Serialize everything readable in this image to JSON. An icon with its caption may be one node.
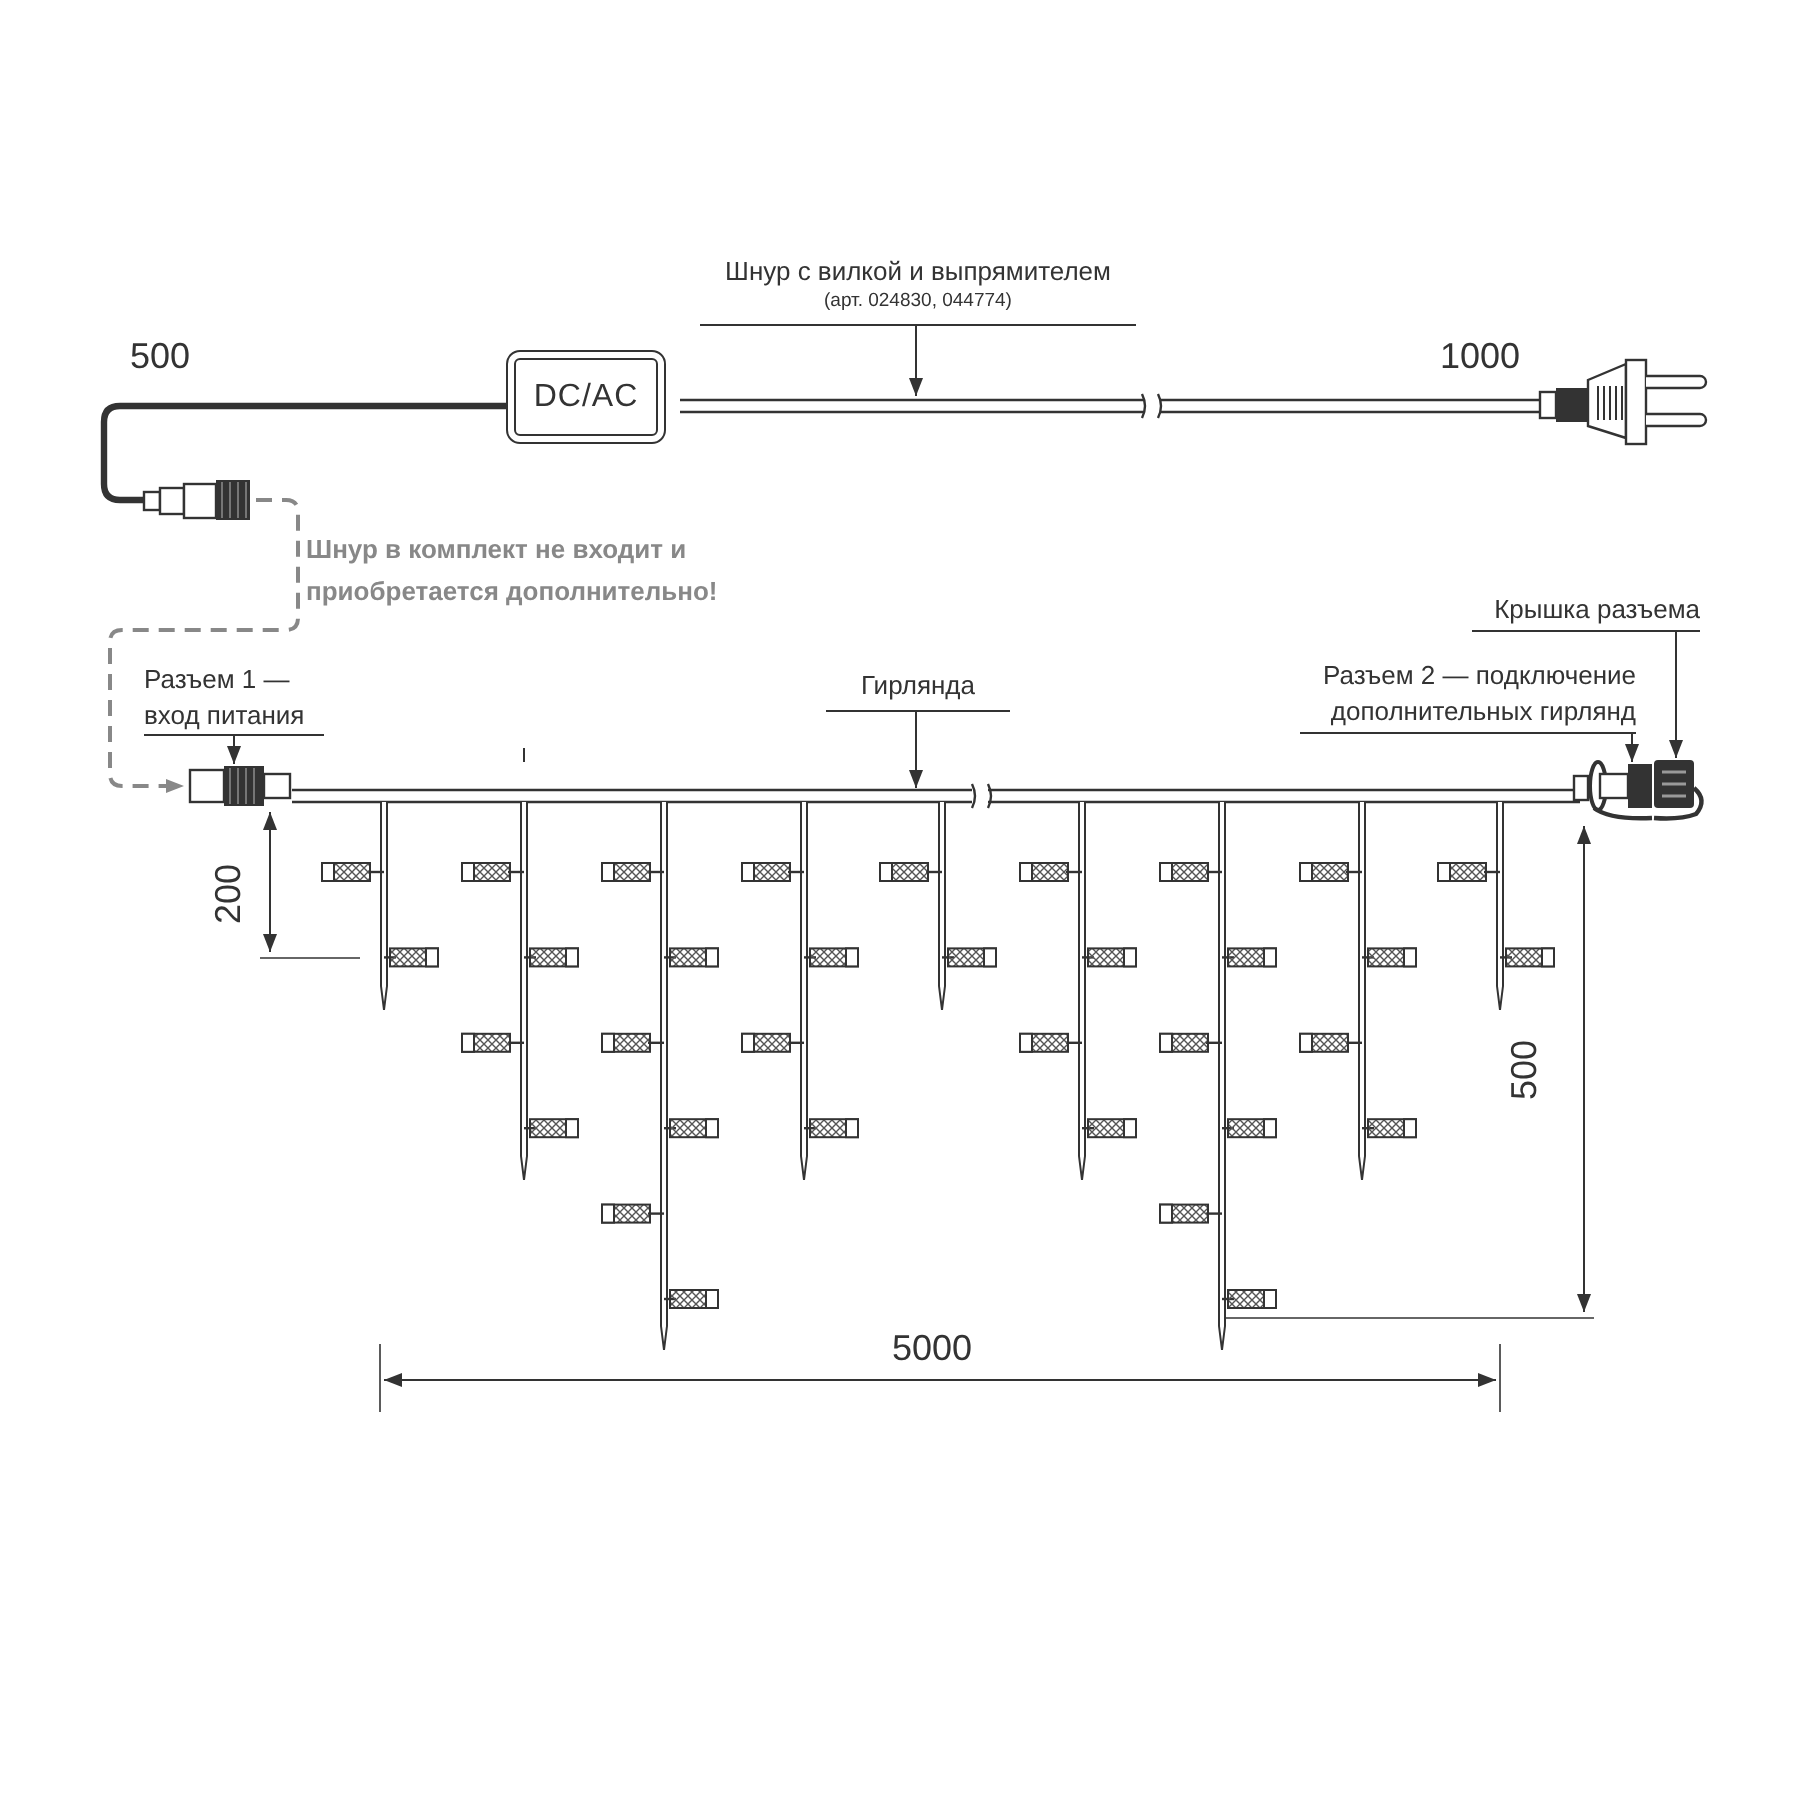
{
  "diagram": {
    "nodes": [
      {
        "text": [
          "Шнур с вилкой и выпрямителем",
          "(арт. 024830, 044774)"
        ]
      },
      {
        "text": [
          "DC/AC"
        ]
      },
      {
        "text": [],
        "shape": "picture"
      },
      {
        "text": [],
        "shape": "picture"
      },
      {
        "text": [
          "Разъем 1 — вход питания"
        ]
      },
      {
        "text": [
          "Гирлянда"
        ]
      },
      {
        "text": [
          "Крышка разъема"
        ]
      },
      {
        "text": [
          "Разъем 2 — подключение дополнительных гирлянд"
        ]
      },
      {
        "text": [],
        "shape": "picture"
      },
      {
        "text": [],
        "shape": "picture"
      },
      {
        "text": [],
        "shape": "picture"
      },
      {
        "text": [],
        "shape": "picture"
      }
    ],
    "edges": [
      {
        "from": 0,
        "to": 2,
        "arrow": "to"
      },
      {
        "from": 1,
        "to": 3,
        "arrow": "none",
        "style": "thick"
      },
      {
        "from": 3,
        "to": 8,
        "arrow": "to",
        "style": "dashed",
        "color": "#888888"
      },
      {
        "from": 4,
        "to": 8,
        "arrow": "to"
      },
      {
        "from": 5,
        "to": 9,
        "arrow": "to"
      },
      {
        "from": 7,
        "to": 10,
        "arrow": "to"
      },
      {
        "from": 6,
        "to": 11,
        "arrow": "to"
      }
    ],
    "labels": [
      "500",
      "1000",
      "Шнур в комплект не входит и приобретается дополнительно!",
      "200",
      "500",
      "5000"
    ]
  }
}
